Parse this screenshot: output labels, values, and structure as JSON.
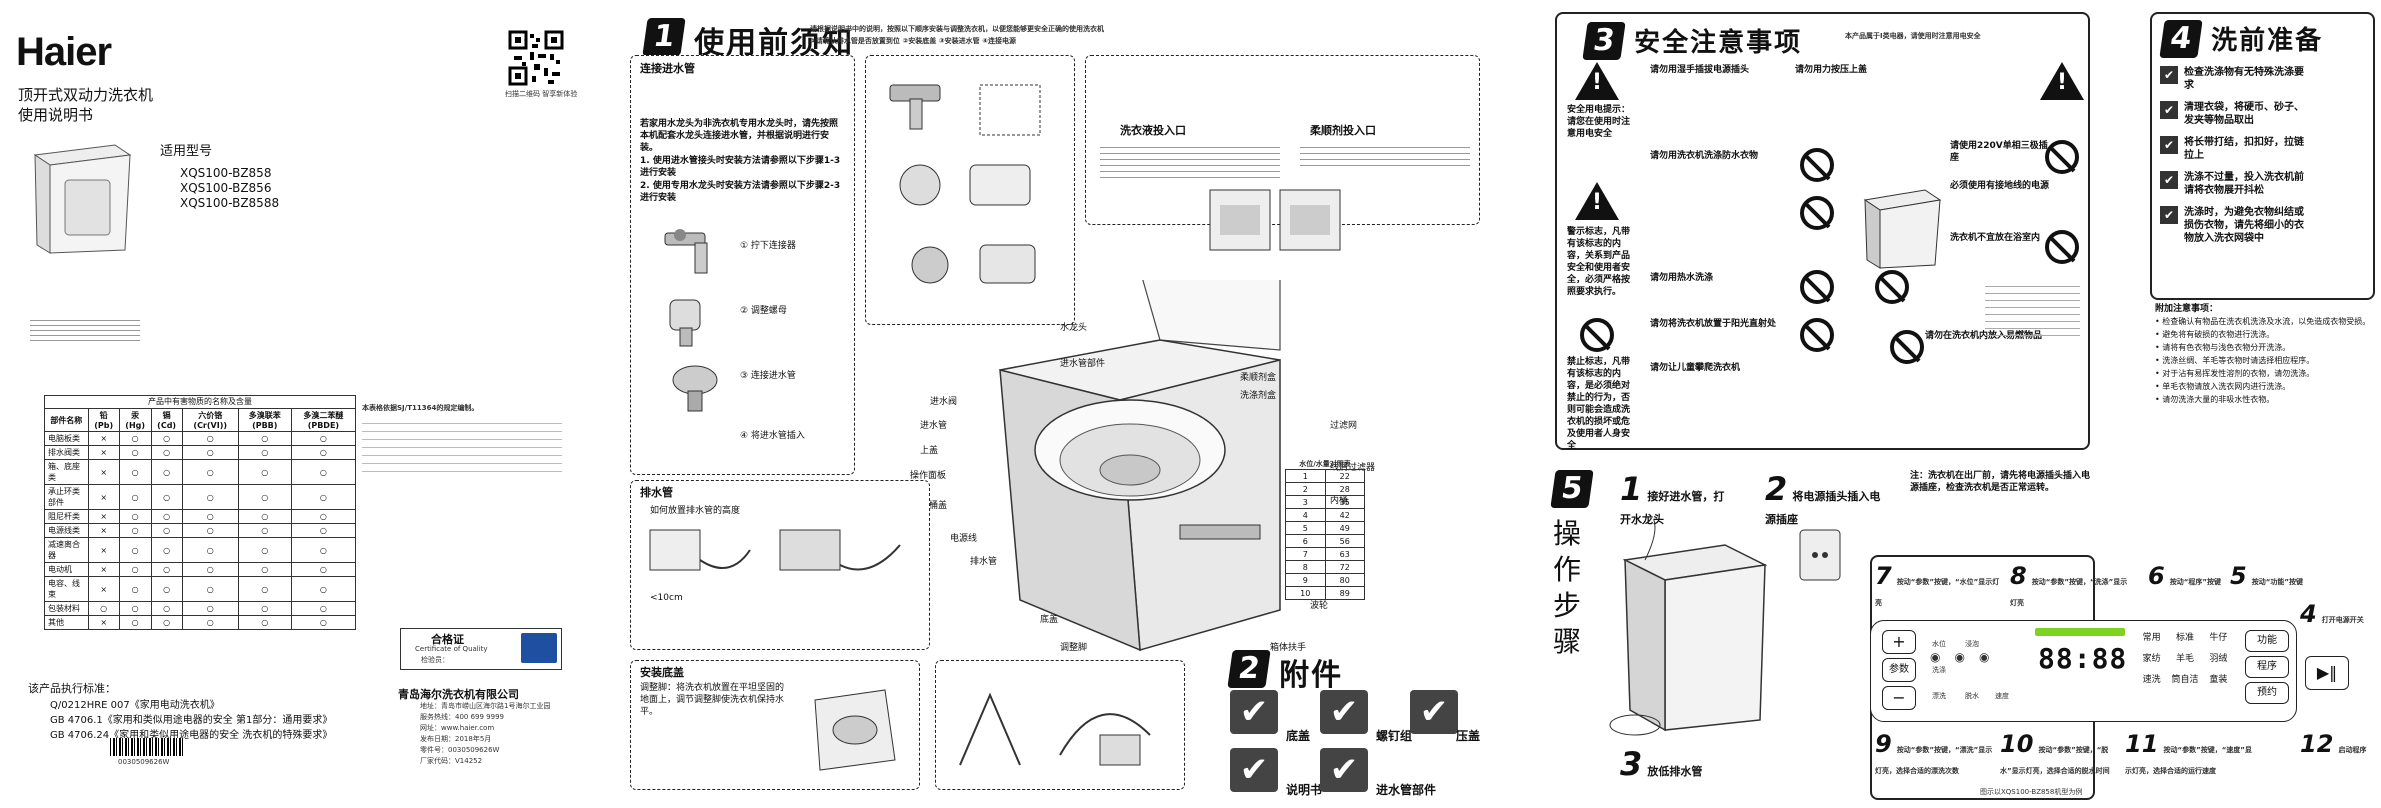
{
  "cover": {
    "brand": "Haier",
    "title_line1": "顶开式双动力洗衣机",
    "title_line2": "使用说明书",
    "model_label": "适用型号",
    "models": [
      "XQS100-BZ858",
      "XQS100-BZ856",
      "XQS100-BZ8588"
    ],
    "qr_caption": "扫描二维码 智享新体验",
    "table_title": "产品中有害物质的名称及含量",
    "table_headers": [
      "部件名称",
      "铅(Pb)",
      "汞(Hg)",
      "镉(Cd)",
      "六价铬(Cr(VI))",
      "多溴联苯(PBB)",
      "多溴二苯醚(PBDE)"
    ],
    "table_rows": [
      {
        "name": "电脑板类",
        "marks": [
          "×",
          "○",
          "○",
          "○",
          "○",
          "○"
        ]
      },
      {
        "name": "排水阀类",
        "marks": [
          "×",
          "○",
          "○",
          "○",
          "○",
          "○"
        ]
      },
      {
        "name": "箱、底座类",
        "marks": [
          "×",
          "○",
          "○",
          "○",
          "○",
          "○"
        ]
      },
      {
        "name": "承止环类部件",
        "marks": [
          "×",
          "○",
          "○",
          "○",
          "○",
          "○"
        ]
      },
      {
        "name": "阻尼杆类",
        "marks": [
          "×",
          "○",
          "○",
          "○",
          "○",
          "○"
        ]
      },
      {
        "name": "电源线类",
        "marks": [
          "×",
          "○",
          "○",
          "○",
          "○",
          "○"
        ]
      },
      {
        "name": "减速离合器",
        "marks": [
          "×",
          "○",
          "○",
          "○",
          "○",
          "○"
        ]
      },
      {
        "name": "电动机",
        "marks": [
          "×",
          "○",
          "○",
          "○",
          "○",
          "○"
        ]
      },
      {
        "name": "电容、线束",
        "marks": [
          "×",
          "○",
          "○",
          "○",
          "○",
          "○"
        ]
      },
      {
        "name": "包装材料",
        "marks": [
          "○",
          "○",
          "○",
          "○",
          "○",
          "○"
        ]
      },
      {
        "name": "其他",
        "marks": [
          "×",
          "○",
          "○",
          "○",
          "○",
          "○"
        ]
      }
    ],
    "table_note": "本表格依据SJ/T11364的规定编制。",
    "cert_title": "合格证",
    "cert_sub": "Certificate of Quality",
    "cert_inspector": "检验员：",
    "standards_label": "该产品执行标准：",
    "standards": [
      "Q/0212HRE 007《家用电动洗衣机》",
      "GB 4706.1《家用和类似用途电器的安全 第1部分：通用要求》",
      "GB 4706.24《家用和类似用途电器的安全 洗衣机的特殊要求》"
    ],
    "barcode": "0030509626W",
    "company": "青岛海尔洗衣机有限公司",
    "address": "地址：青岛市崂山区海尔路1号海尔工业园",
    "hotline": "服务热线：400 699 9999",
    "website": "网址：www.haier.com",
    "date": "发布日期：2018年5月",
    "part_no": "零件号：0030509626W",
    "version": "厂家代码：V14252"
  },
  "section1": {
    "num": "1",
    "title": "使用前须知",
    "subtitle": "请根据说明书中的说明，按照以下顺序安装与调整洗衣机，以便您能够更安全正确的使用洗衣机",
    "steps_intro": "①请确认排水管是否放置到位 ②安装底盖 ③安装进水管 ④连接电源",
    "inlet_title": "连接进水管",
    "inlet_text": "若家用水龙头为非洗衣机专用水龙头时，请先按照本机配套水龙头连接进水管，并根据说明进行安装。",
    "inlet_steps": [
      "1. 使用进水管接头时安装方法请参照以下步骤1-3进行安装",
      "2. 使用专用水龙头时安装方法请参照以下步骤2-3进行安装"
    ],
    "step_labels": [
      "① 拧下连接器",
      "② 调整螺母",
      "③ 连接进水管",
      "④ 将进水管插入"
    ],
    "detergent_title": "洗衣液投入口",
    "softener_title": "柔顺剂投入口",
    "parts": [
      "水龙头",
      "进水管部件",
      "进水阀",
      "进水管",
      "上盖",
      "操作面板",
      "外桶盖",
      "波轮",
      "内桶",
      "排水管",
      "调整脚",
      "过滤网",
      "电源线",
      "洗涤剂盒",
      "柔顺剂盒",
      "线屑过滤器",
      "底盖",
      "箱体扶手"
    ],
    "drain_title": "排水管",
    "drain_note": "如何放置排水管的高度",
    "drain_height": "<10cm",
    "level_title": "安装底盖",
    "level_text": "调整脚：将洗衣机放置在平坦坚固的地面上，调节调整脚使洗衣机保持水平。",
    "table2_title": "水位/水量对照表",
    "table2_rows": [
      [
        "1",
        "22"
      ],
      [
        "2",
        "28"
      ],
      [
        "3",
        "35"
      ],
      [
        "4",
        "42"
      ],
      [
        "5",
        "49"
      ],
      [
        "6",
        "56"
      ],
      [
        "7",
        "63"
      ],
      [
        "8",
        "72"
      ],
      [
        "9",
        "80"
      ],
      [
        "10",
        "89"
      ]
    ],
    "attach_num": "2",
    "attach_title": "附件",
    "accessories": [
      "底盖",
      "螺钉组",
      "压盖",
      "说明书",
      "进水管部件"
    ]
  },
  "section3": {
    "num": "3",
    "title": "安全注意事项",
    "note": "本产品属于Ⅰ类电器，请使用时注意用电安全",
    "left_warn": "安全用电提示：请您在使用时注意用电安全",
    "warn_title": "警示标志，凡带有该标志的内容，关系到产品安全和使用者安全，必须严格按照要求执行。",
    "forbid_title": "禁止标志，凡带有该标志的内容，是必须绝对禁止的行为，否则可能会造成洗衣机的损坏或危及使用者人身安全",
    "items": [
      "请勿用湿手插拔电源插头",
      "请勿用洗衣机洗涤防水衣物",
      "请勿用热水洗涤",
      "请勿将洗衣机放置于阳光直射处",
      "请勿让儿童攀爬洗衣机",
      "请勿用力按压上盖",
      "请使用220V单相三极插座",
      "必须使用有接地线的电源",
      "洗衣机不宜放在浴室内",
      "请勿在洗衣机内放入易燃物品"
    ]
  },
  "section4": {
    "num": "4",
    "title": "洗前准备",
    "items": [
      "检查洗涤物有无特殊洗涤要求",
      "清理衣袋，将硬币、砂子、发夹等物品取出",
      "将长带打结，扣扣好，拉链拉上",
      "洗涤不过量，投入洗衣机前请将衣物展开抖松",
      "洗涤时，为避免衣物纠结或损伤衣物，请先将细小的衣物放入洗衣网袋中"
    ],
    "notes_title": "附加注意事项：",
    "notes": [
      "检查确认有物品在洗衣机洗涤及水流，以免造成衣物受损。",
      "避免将有破损的衣物进行洗涤。",
      "请将有色衣物与浅色衣物分开洗涤。",
      "洗涤丝绸、羊毛等衣物时请选择相应程序。",
      "对于沾有易挥发性溶剂的衣物，请勿洗涤。",
      "单毛衣物请放入洗衣网内进行洗涤。",
      "请勿洗涤大量的非吸水性衣物。"
    ]
  },
  "section5": {
    "num": "5",
    "title": "操作步骤",
    "steps": [
      {
        "n": "1",
        "text": "接好进水管，打开水龙头"
      },
      {
        "n": "2",
        "text": "将电源插头插入电源插座"
      },
      {
        "n": "3",
        "text": "放低排水管"
      },
      {
        "n": "4",
        "text": "打开电源开关"
      },
      {
        "n": "5",
        "text": "按动“功能”按键"
      },
      {
        "n": "6",
        "text": "按动“程序”按键"
      },
      {
        "n": "7",
        "text": "按动“参数”按键，“水位”显示灯亮"
      },
      {
        "n": "8",
        "text": "按动“参数”按键，“洗涤”显示灯亮"
      },
      {
        "n": "9",
        "text": "按动“参数”按键，“漂洗”显示灯亮，选择合适的漂洗次数"
      },
      {
        "n": "10",
        "text": "按动“参数”按键，“脱水”显示灯亮，选择合适的脱水时间"
      },
      {
        "n": "11",
        "text": "按动“参数”按键，“速度”显示灯亮，选择合适的运行速度"
      },
      {
        "n": "12",
        "text": "启动程序"
      }
    ],
    "tip": "注：洗衣机在出厂前，请先将电源插头插入电源插座，检查洗衣机是否正常运转。",
    "panel": {
      "plus": "+",
      "minus": "−",
      "param": "参数",
      "lights_left": [
        "水位",
        "洗涤",
        "漂洗",
        "脱水"
      ],
      "lights_mid": [
        "浸泡",
        "速度"
      ],
      "display": "88:88",
      "programs": [
        "常用",
        "标准",
        "牛仔",
        "家纺",
        "羊毛",
        "羽绒",
        "速洗",
        "筒自洁",
        "童装"
      ],
      "right_buttons": [
        "功能",
        "程序",
        "预约"
      ],
      "start": "▶‖",
      "model_note": "图示以XQS100-BZ858机型为例"
    }
  }
}
